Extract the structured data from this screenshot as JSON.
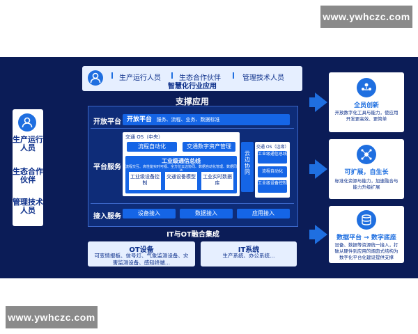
{
  "watermark": "www.ywhczc.com",
  "left_roles": [
    "生产运行人员",
    "生态合作伙伴",
    "管理技术人员"
  ],
  "top": {
    "roles": [
      "生产运行人员",
      "生态合作伙伴",
      "管理技术人员"
    ],
    "subtitle": "智慧化行业应用"
  },
  "support_title": "支撑应用",
  "open_platform": {
    "label": "开放平台",
    "bar_title": "开放平台",
    "bar_items": "服务、流程、业务、数据标准"
  },
  "platform_service": {
    "label": "平台服务",
    "os_title": "交通 OS（中央）",
    "os_items": [
      "流程自动化",
      "交通数字资产管理"
    ],
    "bus_title": "工业级通信总线",
    "bus_desc": "流程交互、高性能实时可视、全方位云边协同、数据自动化管理、数据同步",
    "bus_modules": [
      "工业级设备控制",
      "交通设备模型",
      "工业实时数据库"
    ],
    "cloud_label": "云边协同",
    "edge_title": "交通 OS（边缘）",
    "edge_items": [
      "工业级通信总线",
      "流程自动化",
      "工业级设备控制"
    ]
  },
  "access_service": {
    "label": "接入服务",
    "items": [
      "设备接入",
      "数据接入",
      "应用接入"
    ]
  },
  "center_footer": "IT与OT融合集成",
  "ot_box": {
    "title": "OT设备",
    "desc": "可变情报板、信号灯、气象监测设备、灾害监测设备、感知终端…"
  },
  "it_box": {
    "title": "IT系统",
    "desc": "生产系统、办公系统…"
  },
  "right": [
    {
      "icon": "people-network-icon",
      "head": "全员创新",
      "desc": "开放数字化工具与能力，使应用开发更高效、更简单"
    },
    {
      "icon": "hub-expand-icon",
      "head": "可扩展，自生长",
      "desc": "标准化资源与能力，加速融合与能力升级扩展"
    },
    {
      "icon": "data-platform-icon",
      "head": "数据平台 → 数字底座",
      "desc": "设备、数据等资源统一接入，打破从硬件到应用的烟囱式结构为数字化平台化建设提供支撑"
    }
  ],
  "colors": {
    "navy": "#0b1c57",
    "frame": "#0e2c78",
    "accent": "#1565e6",
    "text": "#0c2f8a"
  }
}
